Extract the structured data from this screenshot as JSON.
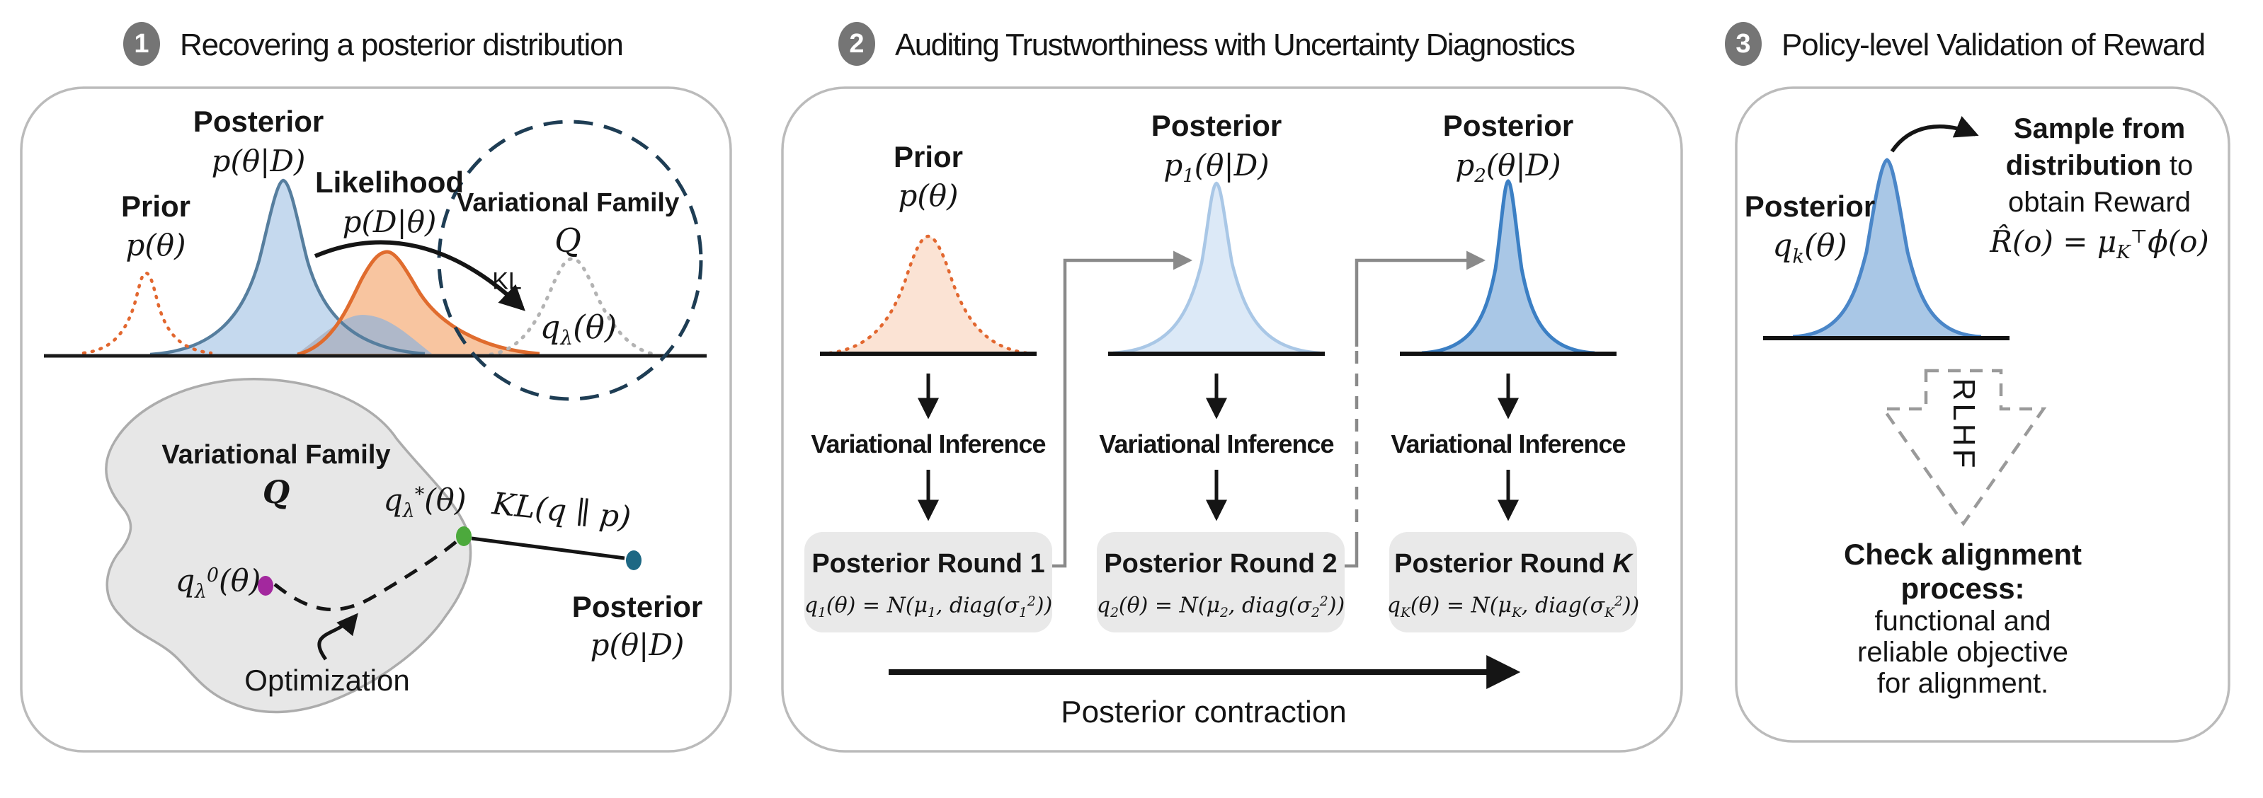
{
  "header": {
    "step1": {
      "badge": "1",
      "title": "Recovering a posterior distribution"
    },
    "step2": {
      "badge": "2",
      "title": "Auditing Trustworthiness with Uncertainty Diagnostics"
    },
    "step3": {
      "badge": "3",
      "title": "Policy-level Validation of Reward"
    }
  },
  "panel1": {
    "posterior_label": "Posterior",
    "posterior_math": "p(θ|D)",
    "prior_label": "Prior",
    "prior_math": "p(θ)",
    "likelihood_label": "Likelihood",
    "likelihood_math": "p(D|θ)",
    "vf_label": "Variational Family",
    "vf_q": "Q",
    "kl_label": "KL",
    "q_lambda": "q<sub>λ</sub>(θ)",
    "bottom": {
      "vf_label": "Variational Family",
      "vf_q": "Q",
      "q_init": "q<sub>λ</sub><sup>0</sup>(θ)",
      "q_star": "q<sub>λ</sub><sup>*</sup>(θ)",
      "kl_qp": "KL(q ∥ p)",
      "optimization": "Optimization",
      "posterior_label": "Posterior",
      "posterior_math": "p(θ|D)"
    }
  },
  "panel2": {
    "columns": [
      {
        "title": "Prior",
        "math": "p(θ)",
        "vi": "Variational Inference",
        "box_title": "Posterior Round 1",
        "formula": "q<sub>1</sub>(θ) = N(μ<sub>1</sub>, diag(σ<sub>1</sub><sup>2</sup>))"
      },
      {
        "title": "Posterior",
        "math": "p<sub>1</sub>(θ|D)",
        "vi": "Variational Inference",
        "box_title": "Posterior Round 2",
        "formula": "q<sub>2</sub>(θ) = N(μ<sub>2</sub>, diag(σ<sub>2</sub><sup>2</sup>))"
      },
      {
        "title": "Posterior",
        "math": "p<sub>2</sub>(θ|D)",
        "vi": "Variational Inference",
        "box_title": "Posterior Round <i>K</i>",
        "formula": "q<sub>K</sub>(θ) = N(μ<sub>K</sub>, diag(σ<sub>K</sub><sup>2</sup>))"
      }
    ],
    "contraction": "Posterior contraction"
  },
  "panel3": {
    "posterior_label": "Posterior",
    "posterior_math": "q<sub>k</sub>(θ)",
    "sample_line1": "<b>Sample from</b>",
    "sample_line2": "<b>distribution</b> to",
    "sample_line3": "obtain Reward",
    "reward_math": "R̂(o) = μ<sub>K</sub><sup>⊤</sup>ϕ(o)",
    "rlhf": "RLHF",
    "check_line1": "Check alignment",
    "check_line2": "process:",
    "check_line3": "functional and",
    "check_line4": "reliable objective",
    "check_line5": "for alignment."
  },
  "colors": {
    "orange_stroke": "#E2672F",
    "likelihood_fill": "#F8C5A0",
    "prior_fill": "#FBE3D4",
    "posterior_blue_fill": "#C5D9EE",
    "posterior_blue_stroke": "#567E9E",
    "p1_fill": "#DCE9F7",
    "p1_stroke": "#A9C7E6",
    "p2_fill": "#A9C7E6",
    "p2_stroke": "#3B7FC4",
    "overlap": "#AFB8C9",
    "navy_dashed_circle": "#1E3D54",
    "gray_dotted": "#B3B3B3",
    "blob_fill": "#E7E7E7",
    "blob_stroke": "#ACACAC",
    "panel_border": "#BBBBBB",
    "round_box_fill": "#E9E9E9",
    "badge_gray": "#757575",
    "connector_gray": "#8A8A8A",
    "green_dot": "#4CA93C",
    "magenta_dot": "#A3289E",
    "teal_dot": "#1D6884"
  }
}
